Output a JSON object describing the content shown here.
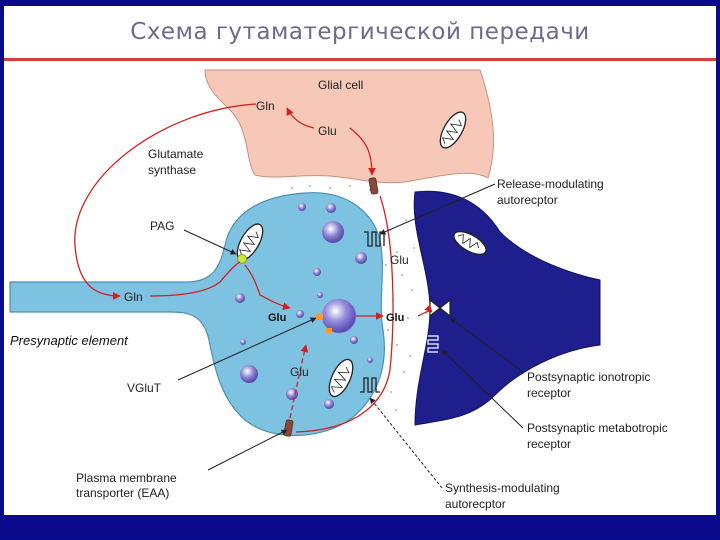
{
  "slide": {
    "title": "Схема гутаматергической передачи"
  },
  "diagram": {
    "glial_cell": "Glial cell",
    "gln_top": "Gln",
    "glu_top": "Glu",
    "glutamate_synthase": [
      "Glutamate",
      "synthase"
    ],
    "pag": "PAG",
    "gln_left": "Gln",
    "glu_center": "Glu",
    "glu_right": "Glu",
    "glu_cleft": "Glu",
    "glu_lower": "Glu",
    "presynaptic_element": "Presynaptic element",
    "vglut": "VGluT",
    "plasma_transporter": [
      "Plasma membrane",
      "transporter (EAA)"
    ],
    "release_autoreceptor": [
      "Release-modulating",
      "autorecptor"
    ],
    "ionotropic_receptor": [
      "Postsynaptic ionotropic",
      "receptor"
    ],
    "metabotropic_receptor": [
      "Postsynaptic metabotropic",
      "receptor"
    ],
    "synthesis_autoreceptor": [
      "Synthesis-modulating",
      "autorecptor"
    ]
  },
  "colors": {
    "background": "#0a0a8c",
    "glial": "#f7c8b8",
    "presynaptic": "#7ec2e2",
    "postsynaptic": "#1e1e8c",
    "arrow": "#d42020"
  }
}
